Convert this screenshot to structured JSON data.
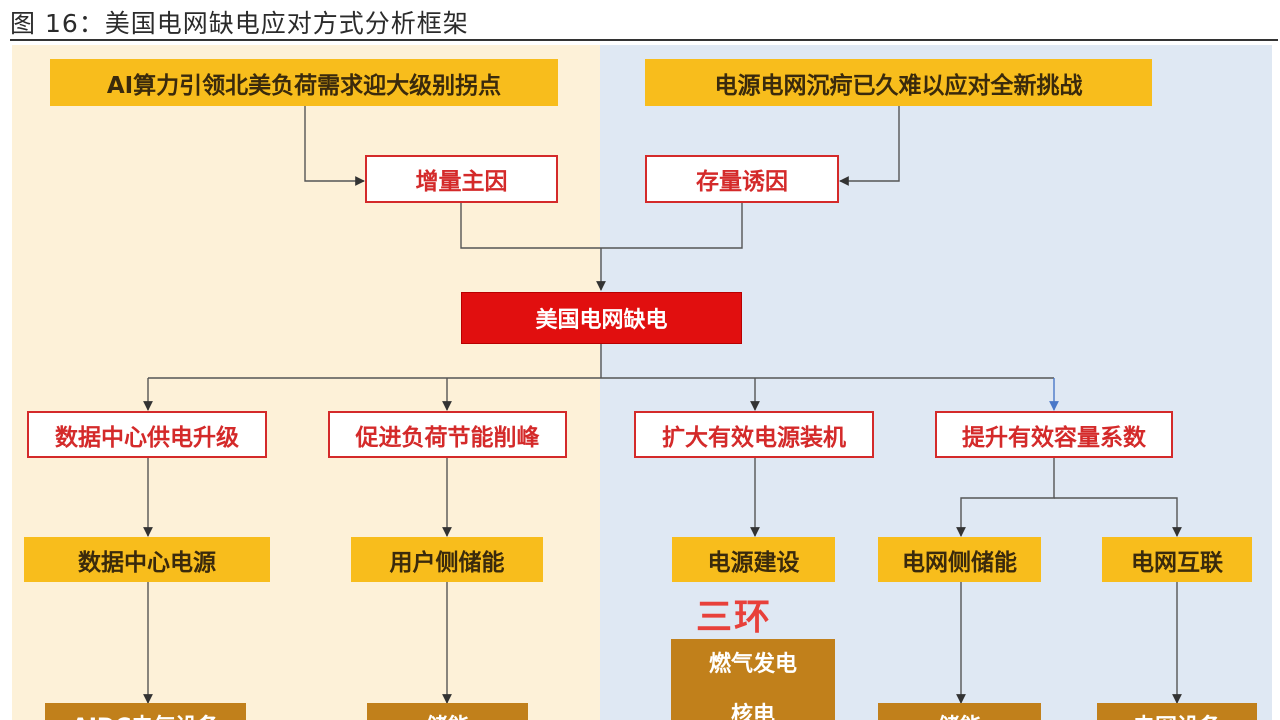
{
  "figure_title": "图 16：美国电网缺电应对方式分析框架",
  "watermark": "三环",
  "nodes": {
    "top_left": "AI算力引领北美负荷需求迎大级别拐点",
    "top_right": "电源电网沉疴已久难以应对全新挑战",
    "cause_increment": "增量主因",
    "cause_stock": "存量诱因",
    "center": "美国电网缺电",
    "strat_dc_power": "数据中心供电升级",
    "strat_load_peak": "促进负荷节能削峰",
    "strat_expand_gen": "扩大有效电源装机",
    "strat_capacity": "提升有效容量系数",
    "sub_dc_power_source": "数据中心电源",
    "sub_user_storage": "用户侧储能",
    "sub_power_build": "电源建设",
    "sub_grid_storage": "电网侧储能",
    "sub_grid_interconnect": "电网互联",
    "leaf_gas": "燃气发电",
    "leaf_aidc": "AIDC电气设备",
    "leaf_storage_left": "储能",
    "leaf_nuclear": "核电",
    "leaf_storage_right": "储能",
    "leaf_grid_equipment": "电网设备"
  }
}
